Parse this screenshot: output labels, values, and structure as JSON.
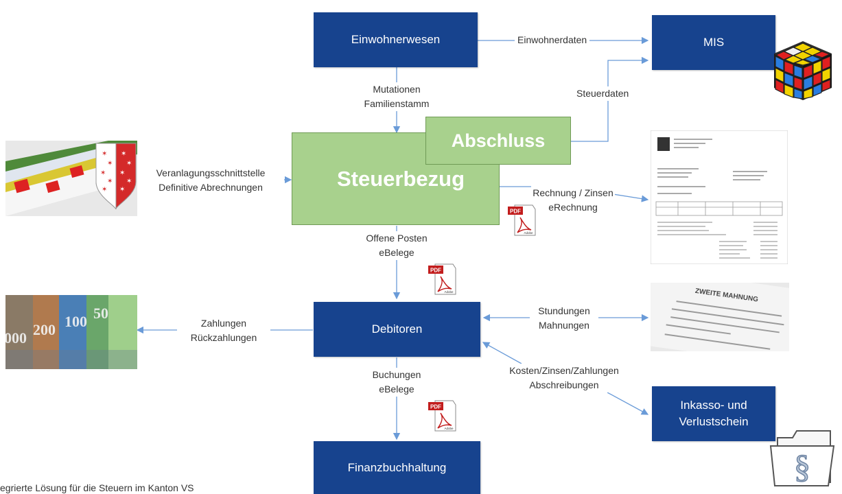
{
  "nodes": {
    "einwohnerwesen": "Einwohnerwesen",
    "mis": "MIS",
    "abschluss": "Abschluss",
    "steuerbezug": "Steuerbezug",
    "debitoren": "Debitoren",
    "inkasso_line1": "Inkasso- und",
    "inkasso_line2": "Verlustschein",
    "finanzbuchhaltung": "Finanzbuchhaltung"
  },
  "edges": {
    "einwohnerdaten": "Einwohnerdaten",
    "mutationen_1": "Mutationen",
    "mutationen_2": "Familienstamm",
    "steuerdaten": "Steuerdaten",
    "veranlagung_1": "Veranlagungsschnittstelle",
    "veranlagung_2": "Definitive Abrechnungen",
    "rechnung_1": "Rechnung / Zinsen",
    "rechnung_2": "eRechnung",
    "offene_1": "Offene Posten",
    "offene_2": "eBelege",
    "zahlungen_1": "Zahlungen",
    "zahlungen_2": "Rückzahlungen",
    "stundungen_1": "Stundungen",
    "stundungen_2": "Mahnungen",
    "buchungen_1": "Buchungen",
    "buchungen_2": "eBelege",
    "kosten_1": "Kosten/Zinsen/Zahlungen",
    "kosten_2": "Abschreibungen"
  },
  "icons": {
    "pdf_label": "PDF",
    "pdf_brand": "Adobe",
    "mahnung_title": "ZWEITE MAHNUNG"
  },
  "caption": "egrierte Lösung für die Steuern im Kanton VS",
  "colors": {
    "node_blue": "#17438e",
    "node_green": "#a8d18d",
    "arrow": "#6a9bd8"
  }
}
